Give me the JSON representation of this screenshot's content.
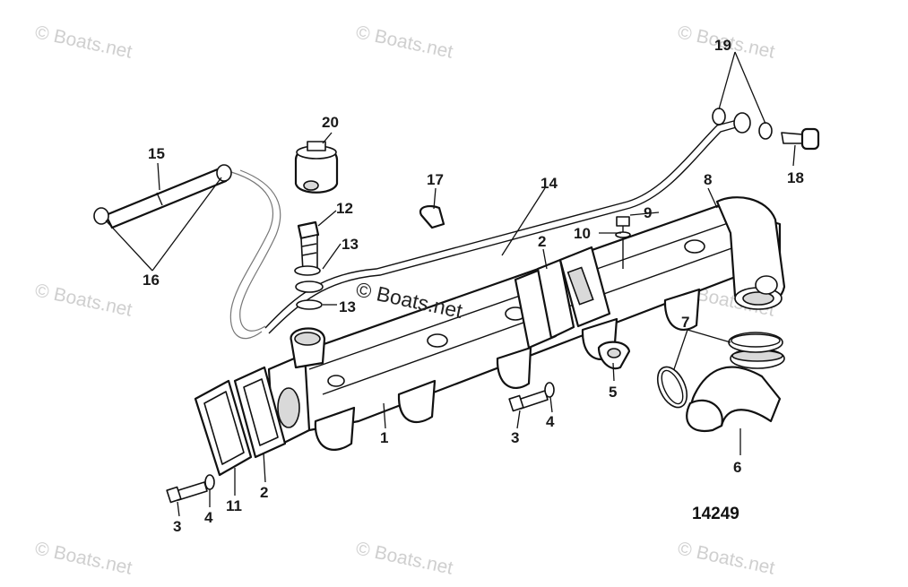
{
  "diagram": {
    "callouts": [
      "1",
      "2",
      "2",
      "3",
      "3",
      "4",
      "4",
      "5",
      "6",
      "7",
      "8",
      "9",
      "10",
      "11",
      "12",
      "13",
      "13",
      "14",
      "15",
      "16",
      "17",
      "18",
      "19",
      "20"
    ],
    "drawing_number": "14249",
    "watermarks": [
      "© Boats.net",
      "© Boats.net",
      "© Boats.net",
      "© Boats.net",
      "© Boats.net",
      "© Boats.net",
      "© Boats.net",
      "© Boats.net"
    ],
    "center_watermark": "© Boats.net",
    "colors": {
      "ink": "#111111",
      "watermark": "#cfcfcf",
      "background": "#ffffff"
    }
  }
}
